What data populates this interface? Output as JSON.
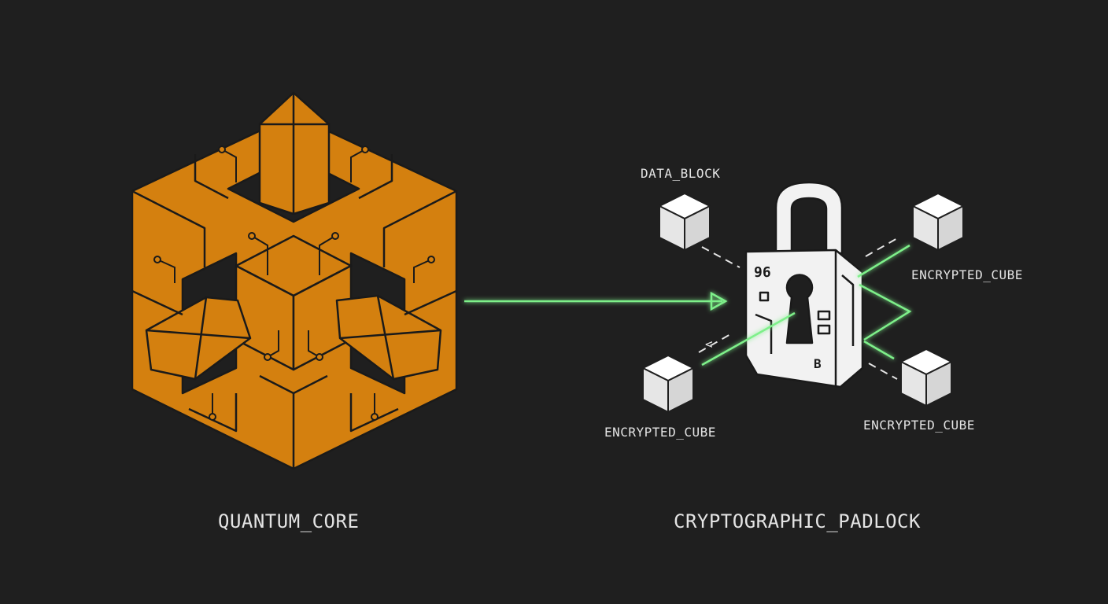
{
  "diagram": {
    "colors": {
      "background": "#1f1f1f",
      "core_fill": "#d4800f",
      "core_stroke": "#1a1a1a",
      "link": "#7ef08a",
      "cube_fill": "#efefef",
      "padlock_fill": "#f2f2f2",
      "label_text": "#e4e4e4"
    },
    "core": {
      "name": "QUANTUM_CORE",
      "icon": "circuit-cube-icon"
    },
    "padlock": {
      "name": "CRYPTOGRAPHIC_PADLOCK",
      "icon": "padlock-icon"
    },
    "nodes": [
      {
        "label": "DATA_BLOCK",
        "icon": "cube-icon"
      },
      {
        "label": "ENCRYPTED_CUBE",
        "icon": "cube-icon"
      },
      {
        "label": "ENCRYPTED_CUBE",
        "icon": "cube-icon"
      },
      {
        "label": "ENCRYPTED_CUBE",
        "icon": "cube-icon"
      }
    ]
  }
}
